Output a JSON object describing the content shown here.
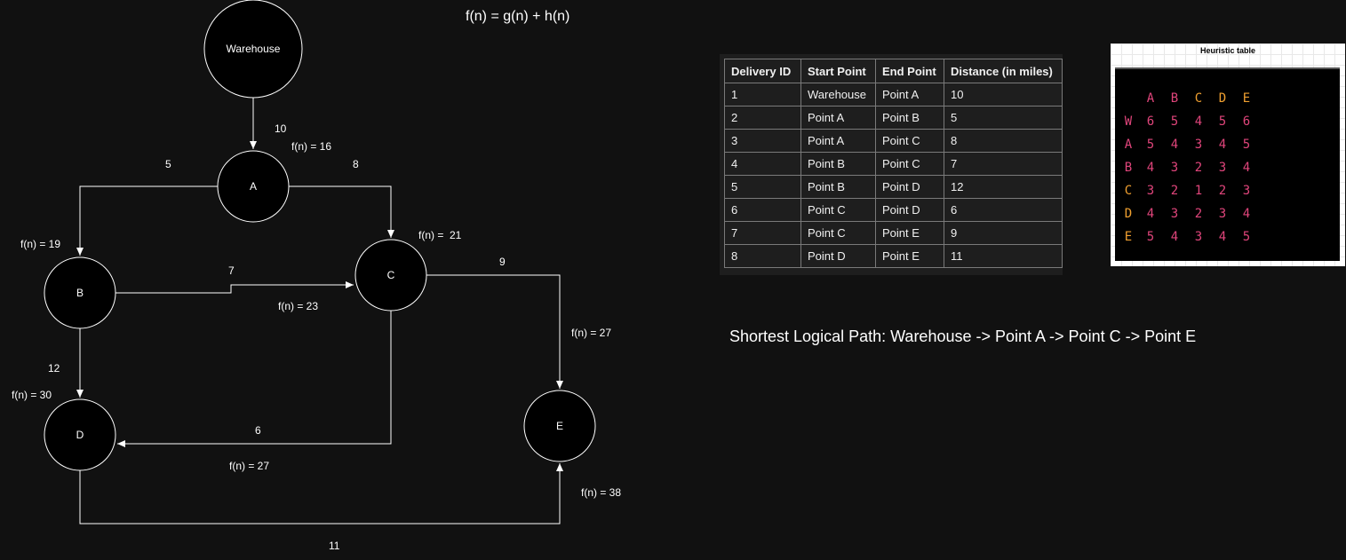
{
  "formula": "f(n) = g(n) + h(n)",
  "graph": {
    "nodes": [
      {
        "id": "warehouse",
        "label": "Warehouse"
      },
      {
        "id": "a",
        "label": "A"
      },
      {
        "id": "b",
        "label": "B"
      },
      {
        "id": "c",
        "label": "C"
      },
      {
        "id": "d",
        "label": "D"
      },
      {
        "id": "e",
        "label": "E"
      }
    ],
    "edges": [
      {
        "from": "Warehouse",
        "to": "A",
        "weight": "10"
      },
      {
        "from": "A",
        "to": "B",
        "weight": "5"
      },
      {
        "from": "A",
        "to": "C",
        "weight": "8"
      },
      {
        "from": "B",
        "to": "C",
        "weight": "7"
      },
      {
        "from": "B",
        "to": "D",
        "weight": "12"
      },
      {
        "from": "C",
        "to": "D",
        "weight": "6"
      },
      {
        "from": "C",
        "to": "E",
        "weight": "9"
      },
      {
        "from": "D",
        "to": "E",
        "weight": "11"
      }
    ],
    "f_labels": {
      "a": "f(n) = 16",
      "b": "f(n) = 19",
      "c": "f(n) =  21",
      "bc": "f(n) = 23",
      "ce": "f(n) = 27",
      "d": "f(n) = 30",
      "cd": "f(n) = 27",
      "de": "f(n) = 38"
    }
  },
  "delivery_table": {
    "headers": [
      "Delivery ID",
      "Start Point",
      "End Point",
      "Distance (in miles)"
    ],
    "rows": [
      [
        "1",
        "Warehouse",
        "Point A",
        "10"
      ],
      [
        "2",
        "Point A",
        "Point B",
        "5"
      ],
      [
        "3",
        "Point A",
        "Point C",
        "8"
      ],
      [
        "4",
        "Point B",
        "Point C",
        "7"
      ],
      [
        "5",
        "Point B",
        "Point D",
        "12"
      ],
      [
        "6",
        "Point C",
        "Point D",
        "6"
      ],
      [
        "7",
        "Point C",
        "Point E",
        "9"
      ],
      [
        "8",
        "Point D",
        "Point E",
        "11"
      ]
    ]
  },
  "shortest_path": "Shortest Logical Path:  Warehouse -> Point A -> Point C -> Point E",
  "heuristic": {
    "title": "Heuristic table",
    "columns": [
      "A",
      "B",
      "C",
      "D",
      "E"
    ],
    "rows": [
      {
        "label": "W",
        "values": [
          "6",
          "5",
          "4",
          "5",
          "6"
        ]
      },
      {
        "label": "A",
        "values": [
          "5",
          "4",
          "3",
          "4",
          "5"
        ]
      },
      {
        "label": "B",
        "values": [
          "4",
          "3",
          "2",
          "3",
          "4"
        ]
      },
      {
        "label": "C",
        "values": [
          "3",
          "2",
          "1",
          "2",
          "3"
        ]
      },
      {
        "label": "D",
        "values": [
          "4",
          "3",
          "2",
          "3",
          "4"
        ]
      },
      {
        "label": "E",
        "values": [
          "5",
          "4",
          "3",
          "4",
          "5"
        ]
      }
    ],
    "colors": {
      "pink": "#e0457b",
      "orange": "#f0a030",
      "row_label_pink": "#e0457b",
      "row_label_orange": "#f0a030"
    }
  },
  "colors": {
    "background": "#111111",
    "node_fill": "#000000",
    "line": "#ffffff",
    "table_panel": "#1e1e1e"
  }
}
